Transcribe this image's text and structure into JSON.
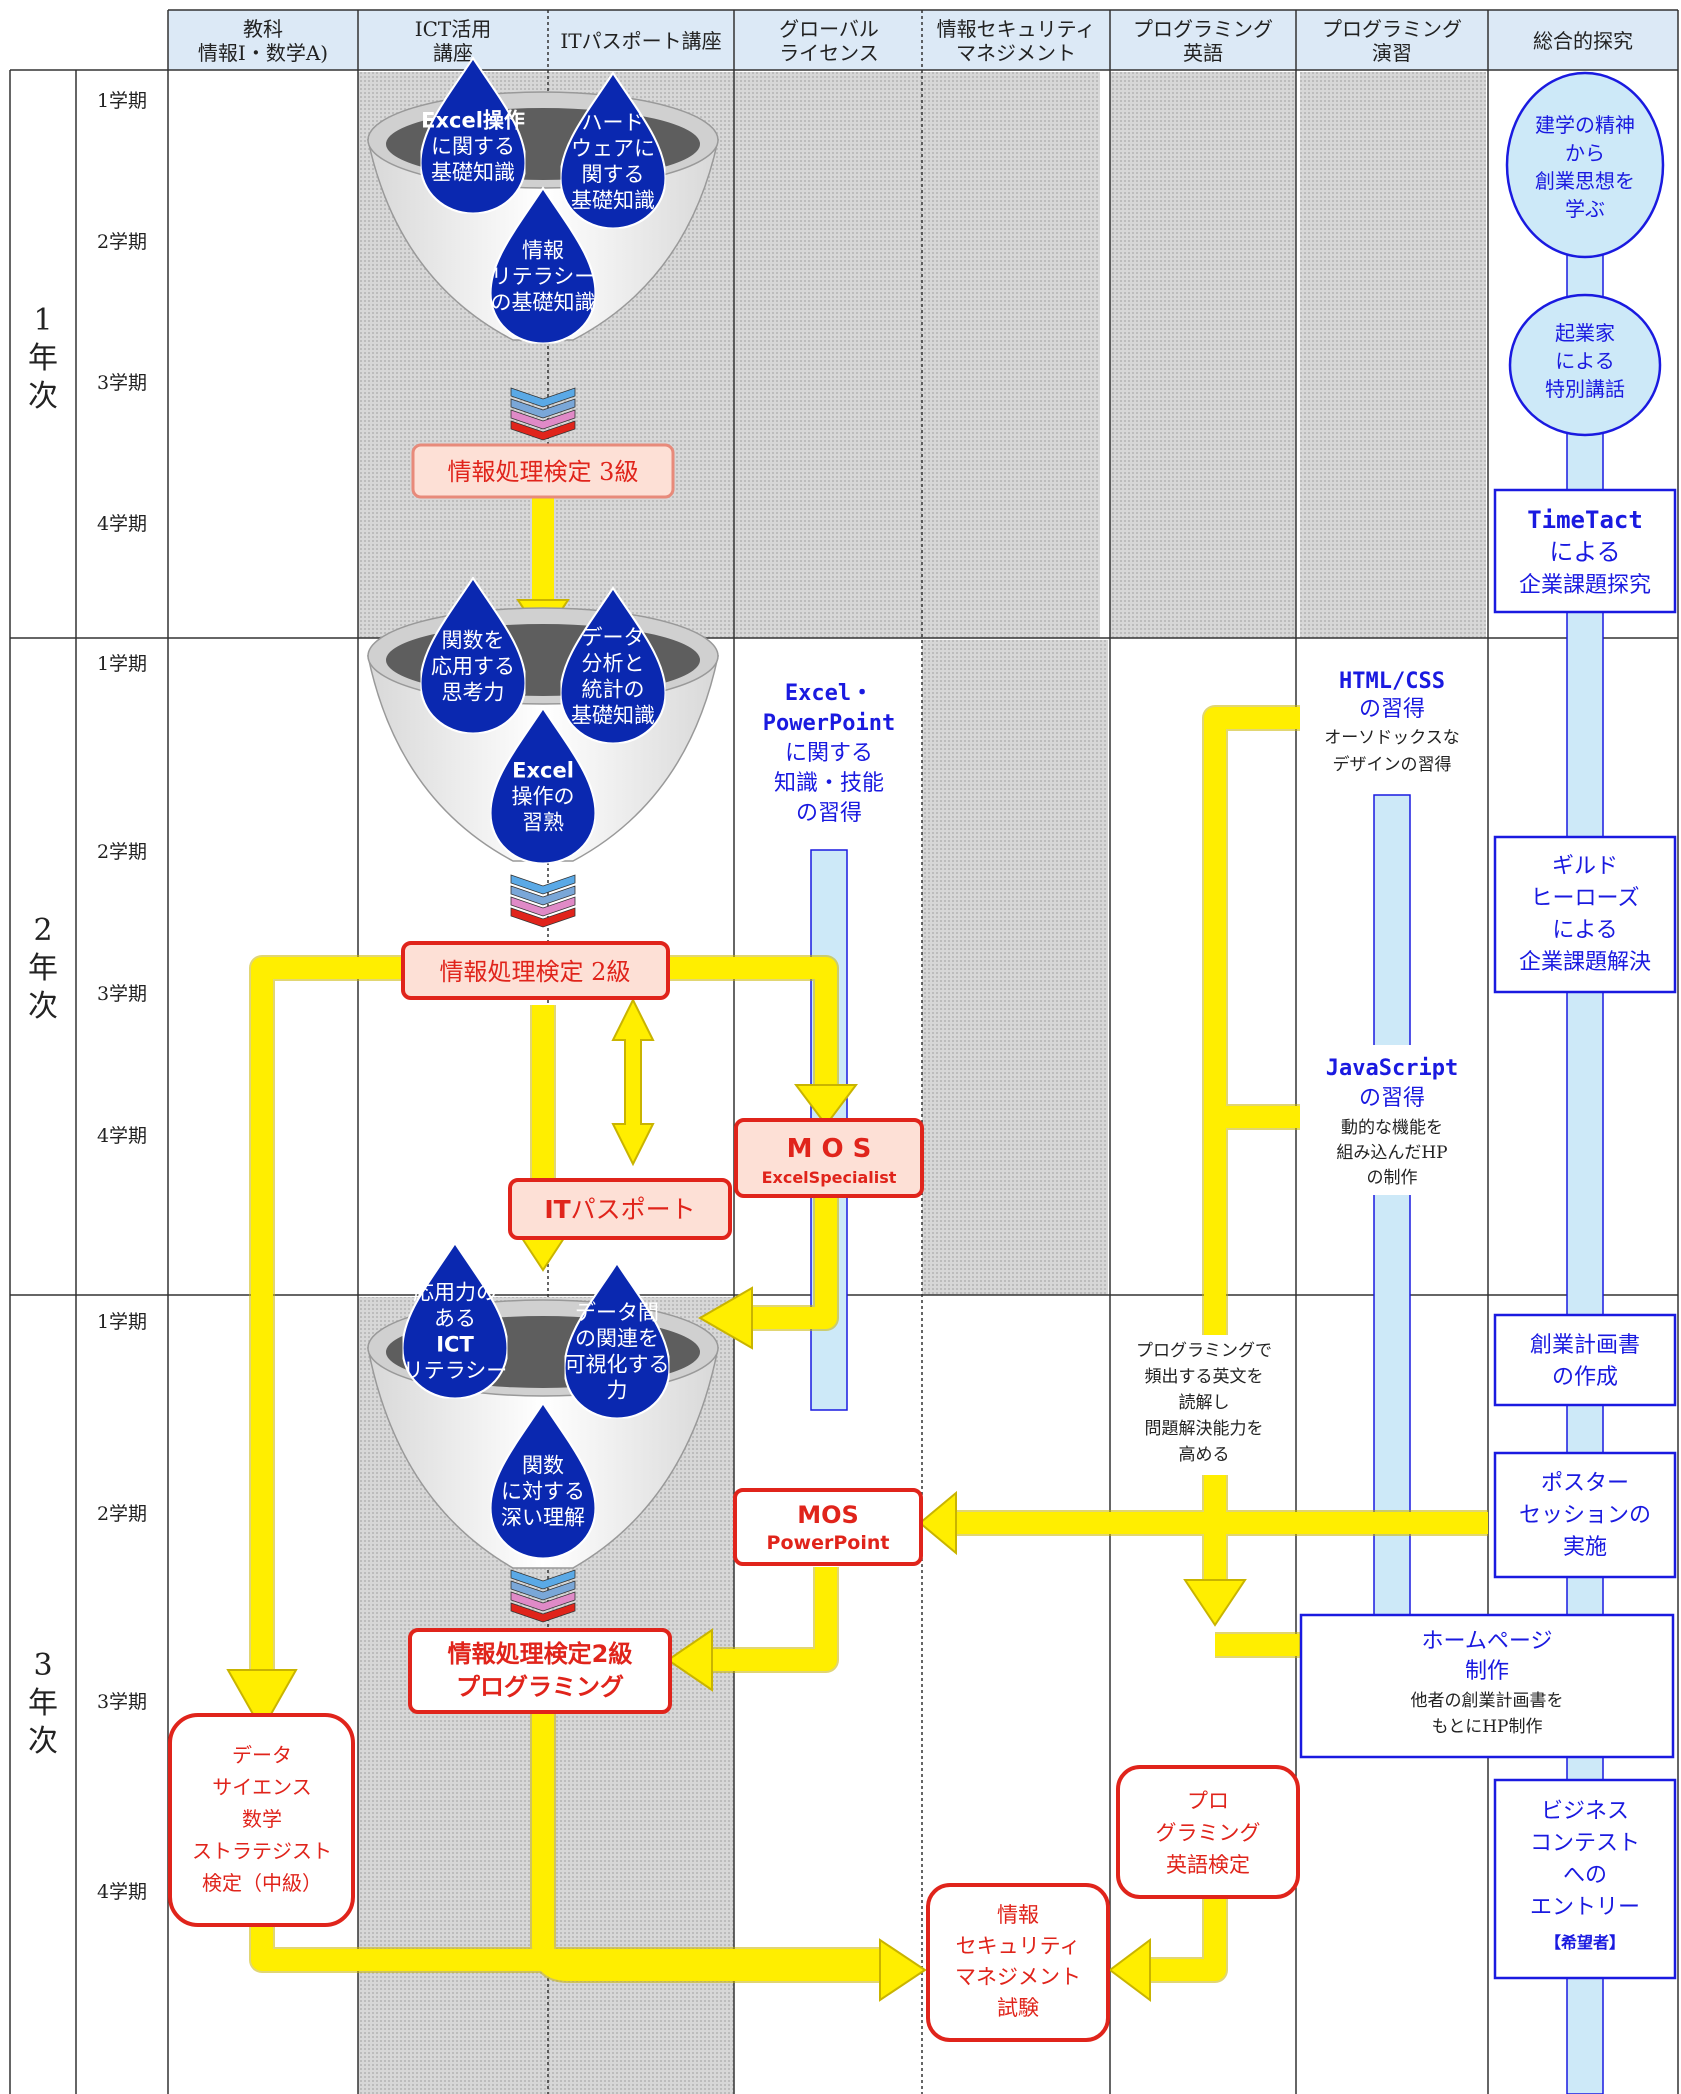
{
  "headers": {
    "subject": [
      "教科",
      "情報Ⅰ・数学A)"
    ],
    "ict": [
      "ICT活用",
      "講座"
    ],
    "itpass": "ITパスポート講座",
    "global": [
      "グローバル",
      "ライセンス"
    ],
    "security": [
      "情報セキュリティ",
      "マネジメント"
    ],
    "prog_en": [
      "プログラミング",
      "英語"
    ],
    "prog_ex": [
      "プログラミング",
      "演習"
    ],
    "sogo": "総合的探究"
  },
  "years": [
    {
      "label": [
        "1",
        "年",
        "次"
      ],
      "terms": [
        "1学期",
        "2学期",
        "3学期",
        "4学期"
      ]
    },
    {
      "label": [
        "2",
        "年",
        "次"
      ],
      "terms": [
        "1学期",
        "2学期",
        "3学期",
        "4学期"
      ]
    },
    {
      "label": [
        "3",
        "年",
        "次"
      ],
      "terms": [
        "1学期",
        "2学期",
        "3学期",
        "4学期"
      ]
    }
  ],
  "funnel1": {
    "left": [
      "Excel操作",
      "に関する",
      "基礎知識"
    ],
    "right": [
      "ハード",
      "ウェアに",
      "関する",
      "基礎知識"
    ],
    "bottom": [
      "情報",
      "リテラシー",
      "の基礎知識"
    ]
  },
  "funnel2": {
    "left": [
      "関数を",
      "応用する",
      "思考力"
    ],
    "right": [
      "データ",
      "分析と",
      "統計の",
      "基礎知識"
    ],
    "bottom": [
      "Excel",
      "操作の",
      "習熟"
    ]
  },
  "funnel3": {
    "left": [
      "応用力の",
      "ある",
      "ICT",
      "リテラシー"
    ],
    "right": [
      "データ間",
      "の関連を",
      "可視化する",
      "力"
    ],
    "bottom": [
      "関数",
      "に対する",
      "深い理解"
    ]
  },
  "certs": {
    "kentei3": "情報処理検定 3級",
    "kentei2": "情報処理検定 2級",
    "itpass": [
      "IT",
      "パスポート"
    ],
    "mos_excel": [
      "M O S",
      "ExcelSpecialist"
    ],
    "mos_pp": [
      "MOS",
      "PowerPoint"
    ],
    "kentei2_prog": [
      "情報処理検定2級",
      "プログラミング"
    ],
    "datascience": [
      "データ",
      "サイエンス",
      "数学",
      "ストラテジスト",
      "検定（中級）"
    ],
    "prog_english": [
      "プロ",
      "グラミング",
      "英語検定"
    ],
    "security_exam": [
      "情報",
      "セキュリティ",
      "マネジメント",
      "試験"
    ]
  },
  "global_text": [
    "Excel・",
    "PowerPoint",
    "に関する",
    "知識・技能",
    "の習得"
  ],
  "prog_ex_texts": {
    "html": [
      "HTML/CSS",
      "の習得",
      "オーソドックスな",
      "デザインの習得"
    ],
    "js": [
      "JavaScript",
      "の習得",
      "動的な機能を",
      "組み込んだHP",
      "の制作"
    ],
    "homepage": [
      "ホームページ",
      "制作",
      "他者の創業計画書を",
      "もとにHP制作"
    ]
  },
  "prog_en_text": [
    "プログラミングで",
    "頻出する英文を",
    "読解し",
    "問題解決能力を",
    "高める"
  ],
  "sogo_items": {
    "kengaku": [
      "建学の精神",
      "から",
      "創業思想を",
      "学ぶ"
    ],
    "kigyoka": [
      "起業家",
      "による",
      "特別講話"
    ],
    "timetact": [
      "TimeTact",
      "による",
      "企業課題探究"
    ],
    "guild": [
      "ギルド",
      "ヒーローズ",
      "による",
      "企業課題解決"
    ],
    "sogyo": [
      "創業計画書",
      "の作成"
    ],
    "poster": [
      "ポスター",
      "セッションの",
      "実施"
    ],
    "business": [
      "ビジネス",
      "コンテスト",
      "への",
      "エントリー",
      "【希望者】"
    ]
  },
  "colors": {
    "header_bg": "#dce9f6",
    "drop_blue": "#0a28b0",
    "arrow_yellow": "#ffee00",
    "cert_red": "#e0241b",
    "cert_fill": "#fde0d6",
    "text_blue": "#1a1ae0",
    "bar_blue": "#cde9f8"
  },
  "icons": [
    "droplet-icon",
    "funnel-icon",
    "chevron-down-icon",
    "arrow-icon"
  ]
}
